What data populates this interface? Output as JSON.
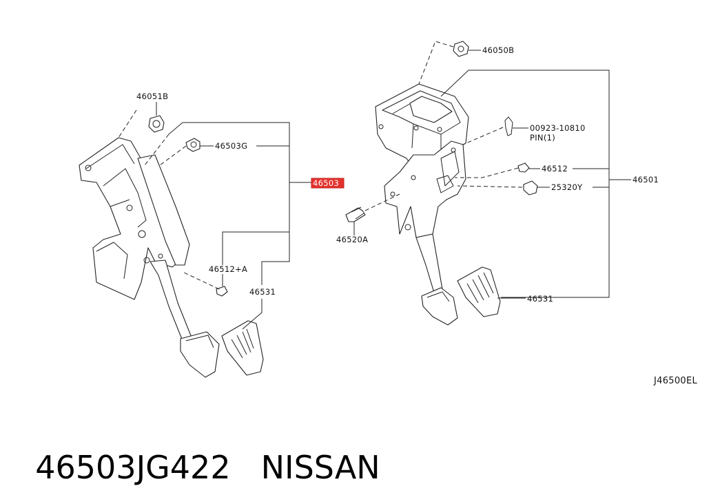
{
  "callouts": {
    "c46051B": "46051B",
    "c46503G": "46503G",
    "c46503": "46503",
    "c46512A": "46512+A",
    "c46531L": "46531",
    "c46050B": "46050B",
    "c00923": "00923-10810",
    "cPin": "PIN(1)",
    "c46512": "46512",
    "c25320Y": "25320Y",
    "c46520A": "46520A",
    "c46501": "46501",
    "c46531R": "46531"
  },
  "diagram_code": "J46500EL",
  "footer": {
    "part_number": "46503JG422",
    "brand": "NISSAN"
  },
  "colors": {
    "highlight_fill": "#e3322d",
    "highlight_text": "#ffffff",
    "line": "#222222"
  }
}
